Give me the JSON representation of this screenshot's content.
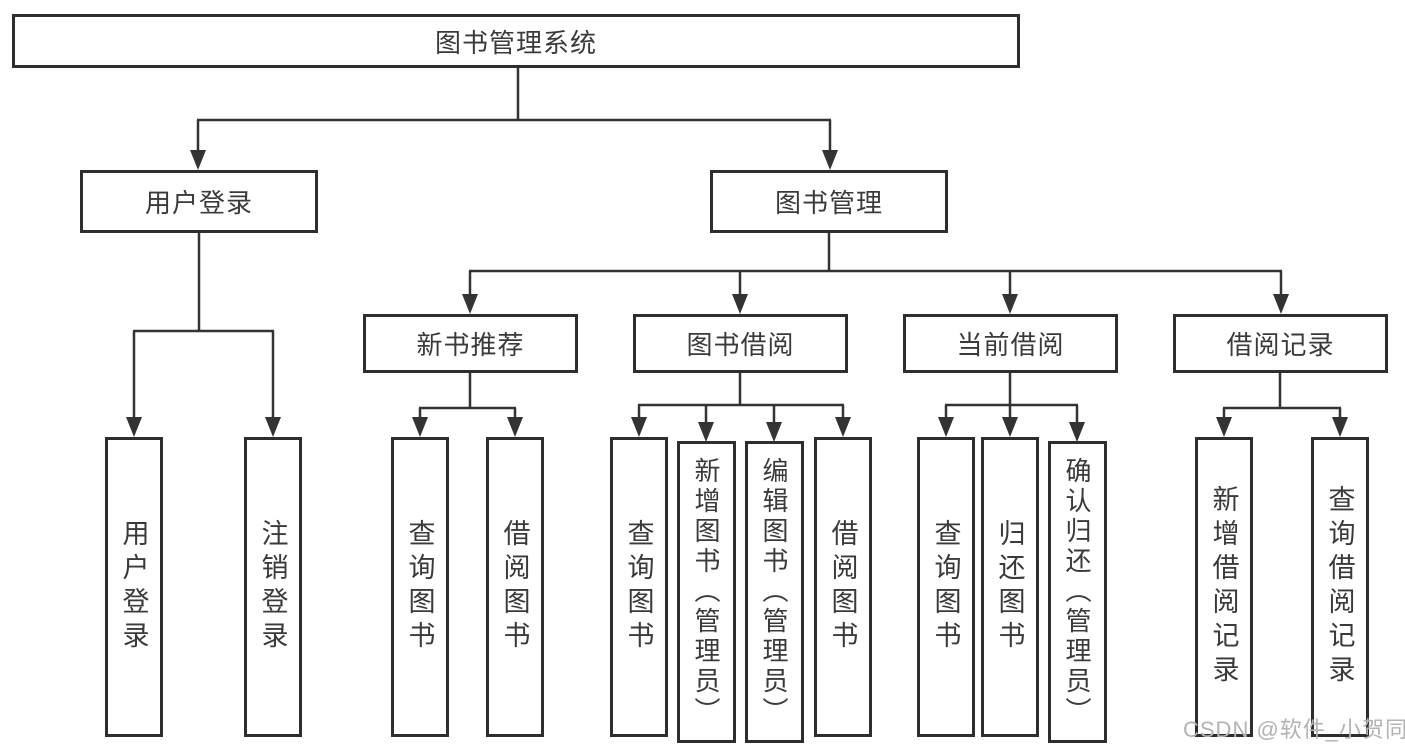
{
  "diagram": {
    "root": {
      "label": "图书管理系统"
    },
    "branches": [
      {
        "label": "用户登录",
        "children": [
          "用户登录",
          "注销登录"
        ]
      },
      {
        "label": "图书管理",
        "children": [
          {
            "label": "新书推荐",
            "children": [
              "查询图书",
              "借阅图书"
            ]
          },
          {
            "label": "图书借阅",
            "children": [
              "查询图书",
              "新增图书（管理员）",
              "编辑图书（管理员）",
              "借阅图书"
            ]
          },
          {
            "label": "当前借阅",
            "children": [
              "查询图书",
              "归还图书",
              "确认归还（管理员）"
            ]
          },
          {
            "label": "借阅记录",
            "children": [
              "新增借阅记录",
              "查询借阅记录"
            ]
          }
        ]
      }
    ]
  },
  "watermark": {
    "text": "CSDN @软件_小贺同学"
  },
  "colors": {
    "line": "#333333",
    "border": "#2e2e2e",
    "text": "#3a3a3a",
    "watermark": "#b3b3b3",
    "background": "#ffffff"
  }
}
